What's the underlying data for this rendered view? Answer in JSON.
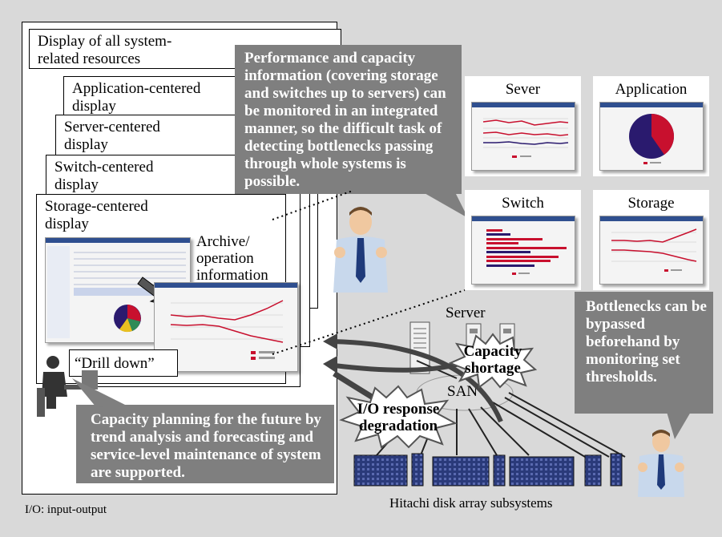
{
  "panels": {
    "all_resources": "Display of all system-related resources",
    "application": "Application-centered display",
    "server": "Server-centered display",
    "switch": "Switch-centered display",
    "storage": "Storage-centered display"
  },
  "archive_label": "Archive/ operation information",
  "drill_down": "“Drill down”",
  "callouts": {
    "performance": "Performance and capacity information (covering storage and switches up to servers) can be monitored in an integrated manner, so the difficult task of detecting bottlenecks passing through whole systems is possible.",
    "capacity_planning": "Capacity planning for the future by trend analysis and forecasting and service-level maintenance of system are supported.",
    "bottlenecks": "Bottlenecks can be bypassed beforehand by monitoring set thresholds."
  },
  "thumbnails": {
    "sever": "Sever",
    "application": "Application",
    "switch": "Switch",
    "storage": "Storage"
  },
  "network": {
    "server_label": "Server",
    "capacity_shortage": "Capacity shortage",
    "san": "SAN",
    "io_degradation": "I/O response degradation",
    "disk_arrays": "Hitachi disk array subsystems"
  },
  "footnote": "I/O: input-output",
  "colors": {
    "background": "#d9d9d9",
    "callout": "#7f7f7f",
    "chart_red": "#c8102e",
    "chart_navy": "#2a1a6e",
    "disk_blue": "#2a3a7a"
  }
}
